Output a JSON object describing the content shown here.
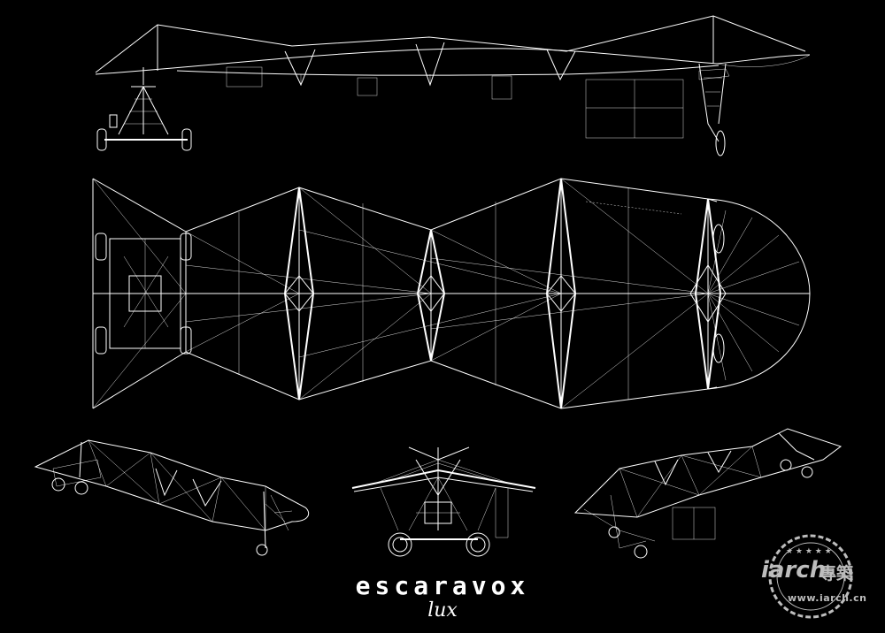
{
  "drawing": {
    "title": "escaravox",
    "subtitle": "lux",
    "views": [
      "side-elevation",
      "plan-view",
      "perspective-left",
      "front-elevation",
      "perspective-right"
    ],
    "line_color": "#ffffff",
    "background_color": "#000000"
  },
  "watermark": {
    "brand": "iarch",
    "cjk": "專築",
    "url": "www.iarch.cn",
    "color": "#bdbdbd"
  }
}
